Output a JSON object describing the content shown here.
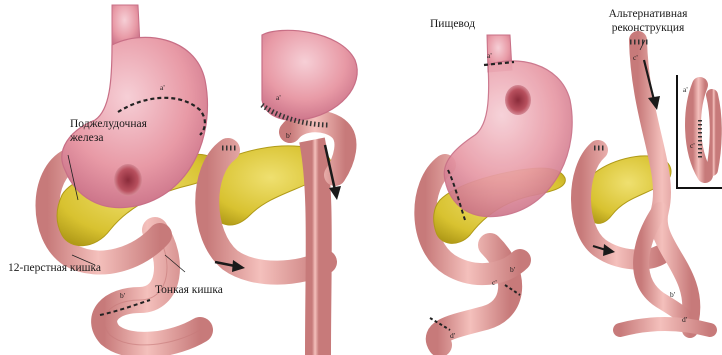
{
  "labels": {
    "pancreas": "Поджелудочная железа",
    "duodenum": "12-перстная кишка",
    "small_intestine": "Тонкая кишка",
    "esophagus": "Пищевод",
    "alternative_line1": "Альтернативная",
    "alternative_line2": "реконструкция"
  },
  "markers": {
    "a": "a'",
    "b": "b'",
    "c": "c'",
    "d": "d'"
  },
  "colors": {
    "stomach": "#e89aa6",
    "stomach_dark": "#c86f86",
    "stomach_light": "#f6cfd6",
    "intestine": "#eaa3a3",
    "intestine_dark": "#c77a7a",
    "pancreas": "#d8c230",
    "pancreas_dark": "#b09a18",
    "cut_line": "#222222",
    "arrow": "#1a1a1a",
    "mucosa": "#b33a4a"
  }
}
